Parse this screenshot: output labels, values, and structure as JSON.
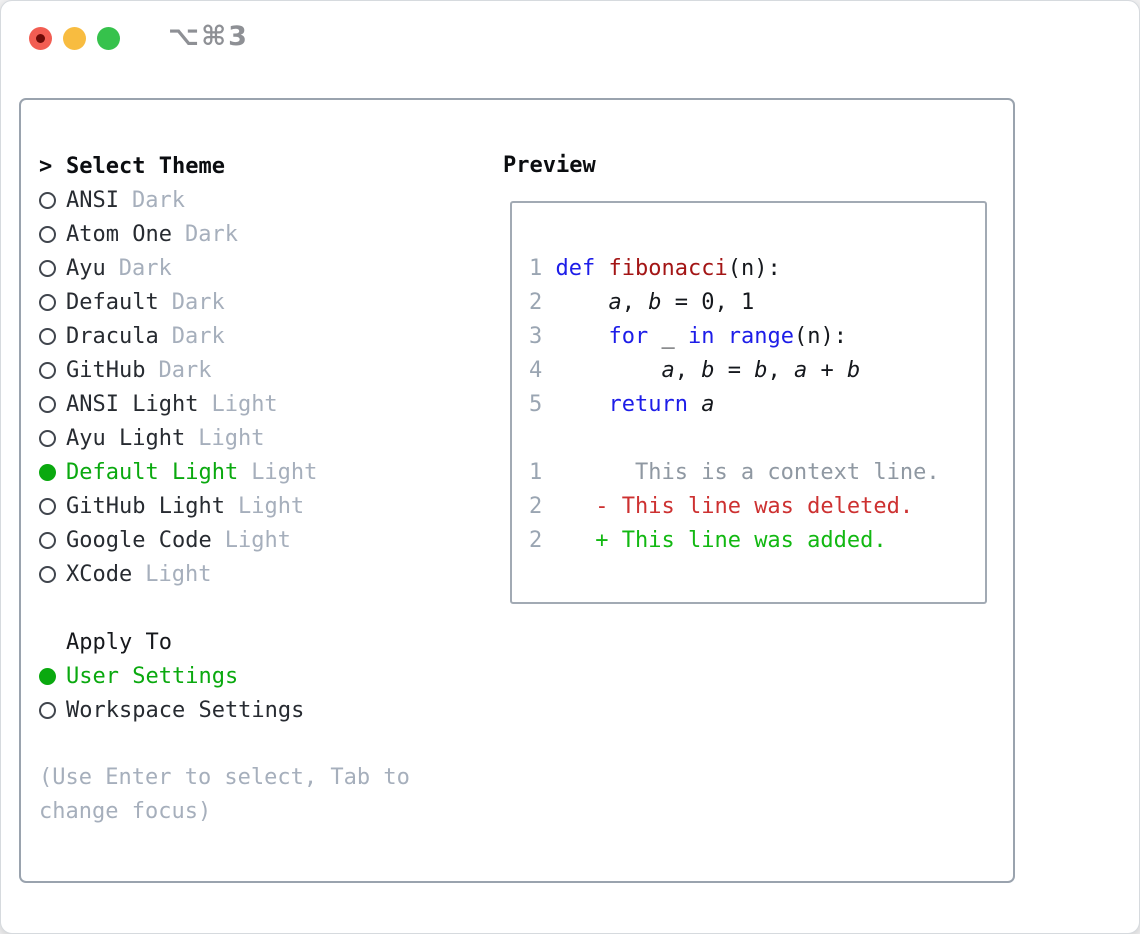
{
  "window": {
    "shortcut": "⌥⌘3"
  },
  "colors": {
    "selected_green": "#0aa90f",
    "keyword_blue": "#1d1de8",
    "function_dark_red": "#a31515",
    "diff_deleted_red": "#cd3131",
    "diff_added_green": "#12b812",
    "muted_gray": "#a6afbc",
    "line_number_gray": "#9aa5b2",
    "panel_border_gray": "#9aa3ae",
    "traffic_red": "#f25d52",
    "traffic_yellow": "#f8bc40",
    "traffic_green": "#36c24c"
  },
  "theme_list": {
    "cursor": ">",
    "title": "Select Theme",
    "items": [
      {
        "name": "ANSI",
        "tag": "Dark",
        "selected": false
      },
      {
        "name": "Atom One",
        "tag": "Dark",
        "selected": false
      },
      {
        "name": "Ayu",
        "tag": "Dark",
        "selected": false
      },
      {
        "name": "Default",
        "tag": "Dark",
        "selected": false
      },
      {
        "name": "Dracula",
        "tag": "Dark",
        "selected": false
      },
      {
        "name": "GitHub",
        "tag": "Dark",
        "selected": false
      },
      {
        "name": "ANSI Light",
        "tag": "Light",
        "selected": false
      },
      {
        "name": "Ayu Light",
        "tag": "Light",
        "selected": false
      },
      {
        "name": "Default Light",
        "tag": "Light",
        "selected": true
      },
      {
        "name": "GitHub Light",
        "tag": "Light",
        "selected": false
      },
      {
        "name": "Google Code",
        "tag": "Light",
        "selected": false
      },
      {
        "name": "XCode",
        "tag": "Light",
        "selected": false
      }
    ]
  },
  "apply_to": {
    "title": "Apply To",
    "options": [
      {
        "name": "User Settings",
        "selected": true
      },
      {
        "name": "Workspace Settings",
        "selected": false
      }
    ]
  },
  "hint": "(Use Enter to select, Tab to\nchange focus)",
  "preview": {
    "title": "Preview",
    "code_lines": [
      {
        "num": "1",
        "segs": [
          {
            "c": "k",
            "t": "def"
          },
          {
            "c": "p",
            "t": " "
          },
          {
            "c": "f",
            "t": "fibonacci"
          },
          {
            "c": "p",
            "t": "(n):"
          }
        ]
      },
      {
        "num": "2",
        "segs": [
          {
            "c": "p",
            "t": "    "
          },
          {
            "c": "v",
            "t": "a"
          },
          {
            "c": "p",
            "t": ", "
          },
          {
            "c": "v",
            "t": "b"
          },
          {
            "c": "p",
            "t": " = 0, 1"
          }
        ]
      },
      {
        "num": "3",
        "segs": [
          {
            "c": "p",
            "t": "    "
          },
          {
            "c": "k",
            "t": "for"
          },
          {
            "c": "p",
            "t": " _ "
          },
          {
            "c": "k",
            "t": "in"
          },
          {
            "c": "p",
            "t": " "
          },
          {
            "c": "k",
            "t": "range"
          },
          {
            "c": "p",
            "t": "(n):"
          }
        ]
      },
      {
        "num": "4",
        "segs": [
          {
            "c": "p",
            "t": "        "
          },
          {
            "c": "v",
            "t": "a"
          },
          {
            "c": "p",
            "t": ", "
          },
          {
            "c": "v",
            "t": "b"
          },
          {
            "c": "p",
            "t": " = "
          },
          {
            "c": "v",
            "t": "b"
          },
          {
            "c": "p",
            "t": ", "
          },
          {
            "c": "v",
            "t": "a"
          },
          {
            "c": "p",
            "t": " + "
          },
          {
            "c": "v",
            "t": "b"
          }
        ]
      },
      {
        "num": "5",
        "segs": [
          {
            "c": "p",
            "t": "    "
          },
          {
            "c": "k",
            "t": "return"
          },
          {
            "c": "p",
            "t": " "
          },
          {
            "c": "v",
            "t": "a"
          }
        ]
      },
      {
        "num": "",
        "segs": []
      },
      {
        "num": "1",
        "segs": [
          {
            "c": "ctx",
            "t": "      This is a context line."
          }
        ]
      },
      {
        "num": "2",
        "segs": [
          {
            "c": "p",
            "t": "   "
          },
          {
            "c": "del",
            "t": "- This line was deleted."
          }
        ]
      },
      {
        "num": "2",
        "segs": [
          {
            "c": "p",
            "t": "   "
          },
          {
            "c": "add",
            "t": "+ This line was added."
          }
        ]
      }
    ]
  }
}
